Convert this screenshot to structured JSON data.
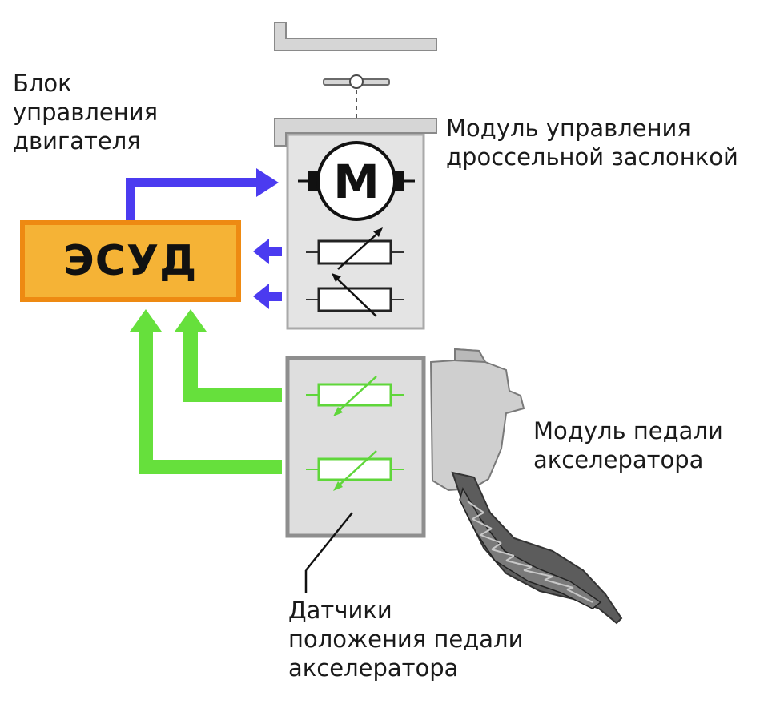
{
  "labels": {
    "ecu_line1": "Блок",
    "ecu_line2": "управления",
    "ecu_line3": "двигателя",
    "ecu_box": "ЭСУД",
    "throttle_line1": "Модуль управления",
    "throttle_line2": "дроссельной заслонкой",
    "pedal_line1": "Модуль педали",
    "pedal_line2": "акселератора",
    "sensors_line1": "Датчики",
    "sensors_line2": "положения педали",
    "sensors_line3": "акселератора",
    "motor_symbol": "M"
  },
  "colors": {
    "ecu_fill": "#f5b336",
    "ecu_border": "#ee8a12",
    "control_arrow": "#4b3bf0",
    "sensor_arrow": "#66e03c",
    "sensor_resistor": "#5fd63a",
    "module_fill": "#e2e2e2",
    "module_border": "#8e8e8e"
  },
  "icons": [
    "motor-icon",
    "potentiometer-icon",
    "pedal-icon",
    "throttle-plate-icon"
  ]
}
